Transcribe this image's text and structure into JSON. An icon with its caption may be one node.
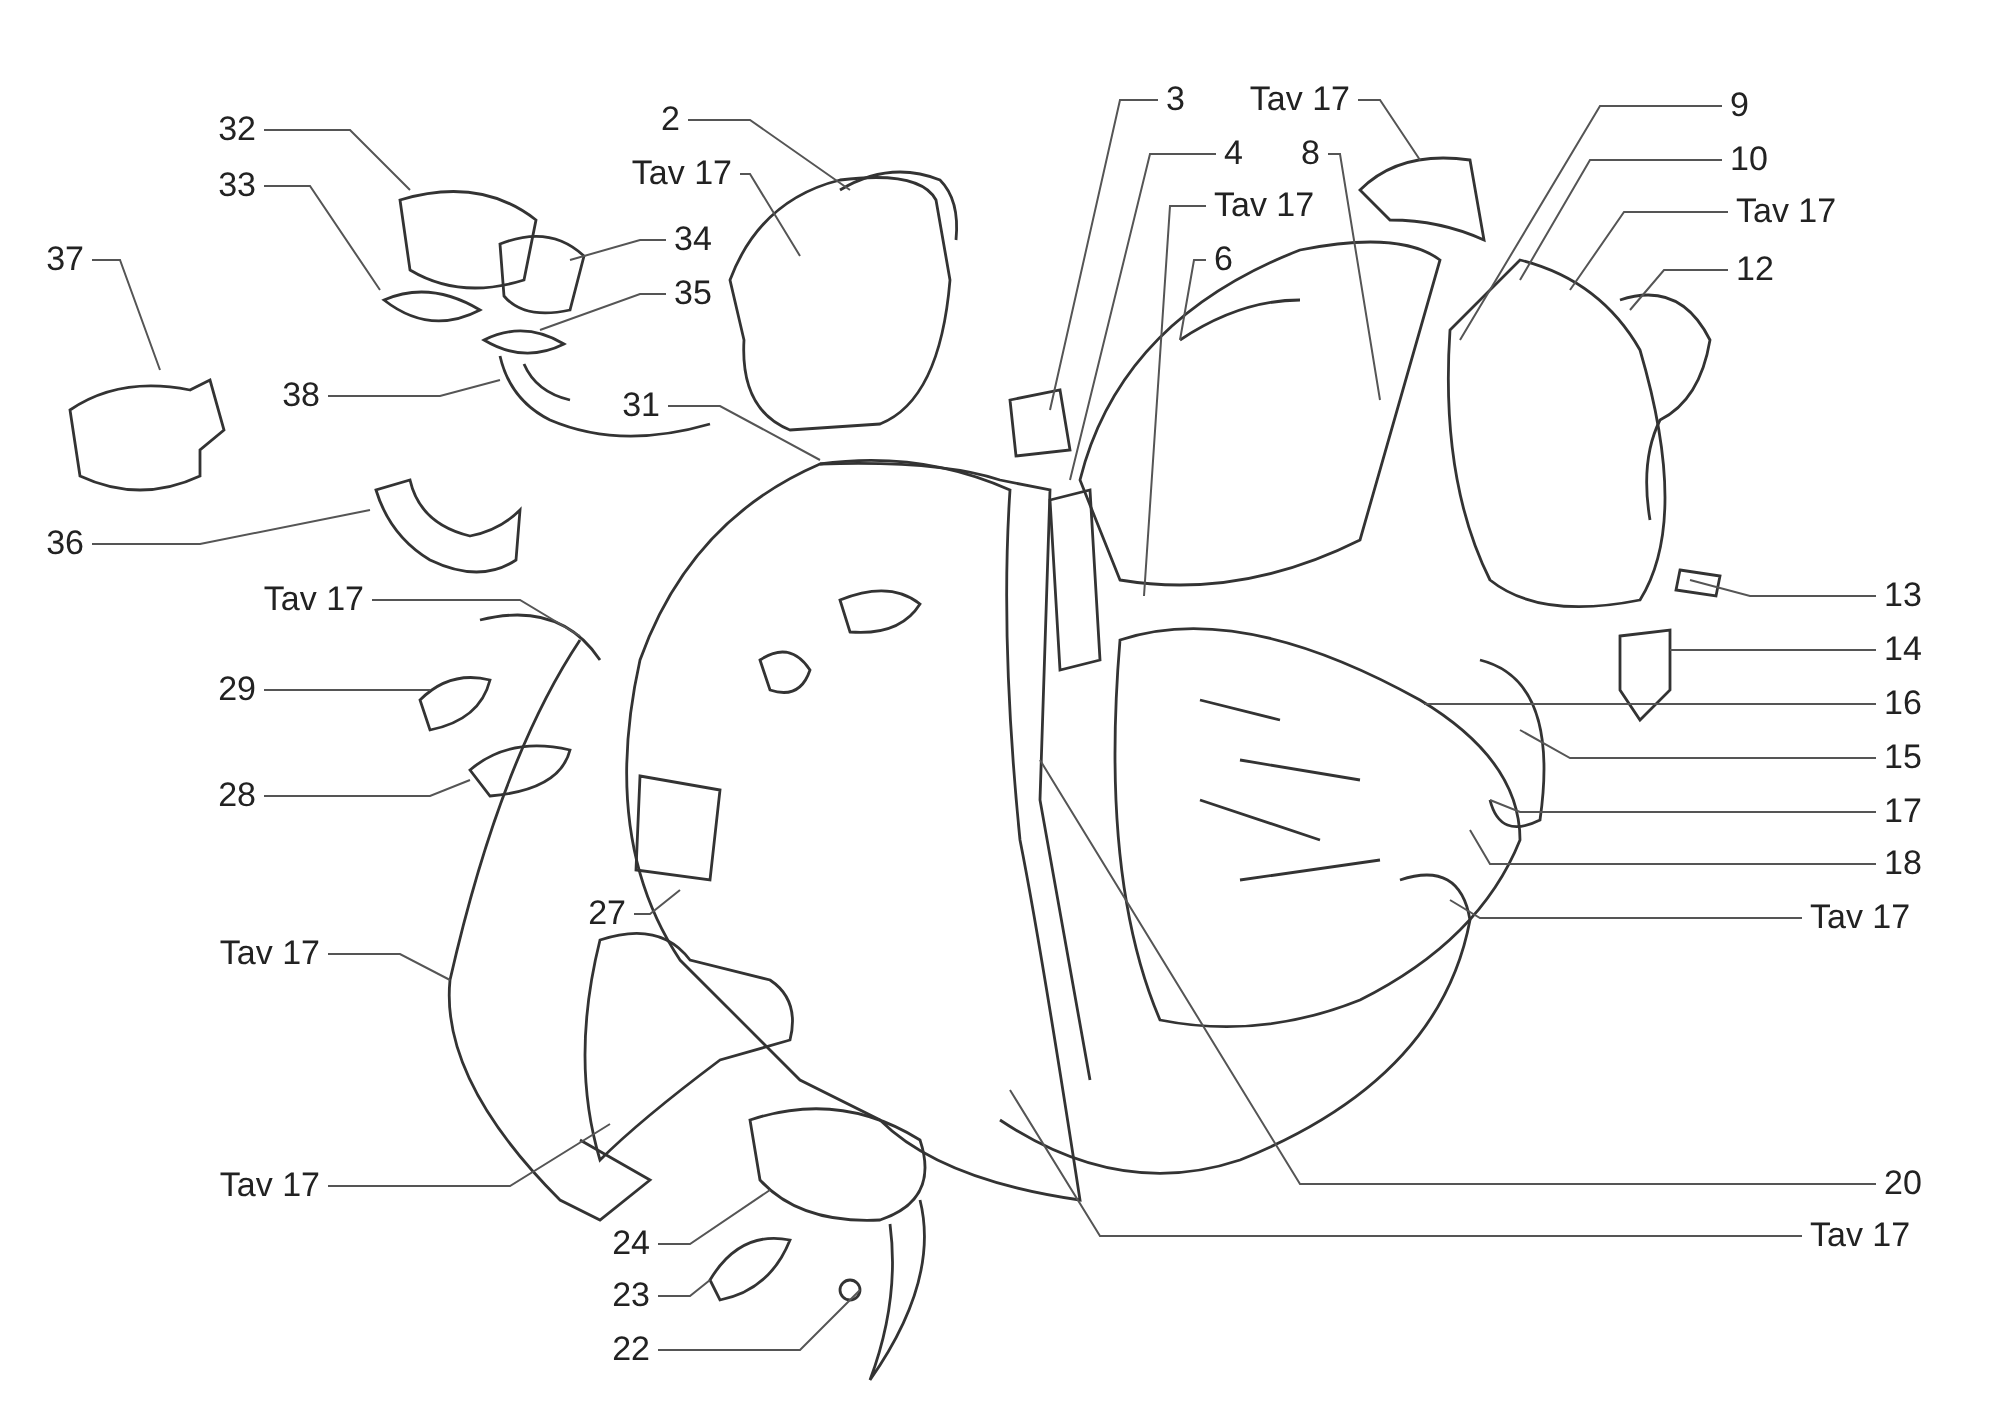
{
  "diagram": {
    "nodes": [
      {
        "text": [
          "32"
        ]
      },
      {
        "text": [
          "33"
        ]
      },
      {
        "text": [
          "37"
        ]
      },
      {
        "text": [
          "2"
        ]
      },
      {
        "text": [
          "Tav 17"
        ]
      },
      {
        "text": [
          "34"
        ]
      },
      {
        "text": [
          "35"
        ]
      },
      {
        "text": [
          "38"
        ]
      },
      {
        "text": [
          "31"
        ]
      },
      {
        "text": [
          "36"
        ]
      },
      {
        "text": [
          "Tav 17"
        ]
      },
      {
        "text": [
          "29"
        ]
      },
      {
        "text": [
          "28"
        ]
      },
      {
        "text": [
          "Tav 17"
        ]
      },
      {
        "text": [
          "27"
        ]
      },
      {
        "text": [
          "Tav 17"
        ]
      },
      {
        "text": [
          "24"
        ]
      },
      {
        "text": [
          "23"
        ]
      },
      {
        "text": [
          "22"
        ]
      },
      {
        "text": [
          "3"
        ]
      },
      {
        "text": [
          "4"
        ]
      },
      {
        "text": [
          "Tav 17"
        ]
      },
      {
        "text": [
          "6"
        ]
      },
      {
        "text": [
          "Tav 17"
        ]
      },
      {
        "text": [
          "8"
        ]
      },
      {
        "text": [
          "9"
        ]
      },
      {
        "text": [
          "10"
        ]
      },
      {
        "text": [
          "Tav 17"
        ]
      },
      {
        "text": [
          "12"
        ]
      },
      {
        "text": [
          "13"
        ]
      },
      {
        "text": [
          "14"
        ]
      },
      {
        "text": [
          "16"
        ]
      },
      {
        "text": [
          "15"
        ]
      },
      {
        "text": [
          "17"
        ]
      },
      {
        "text": [
          "18"
        ]
      },
      {
        "text": [
          "Tav 17"
        ]
      },
      {
        "text": [
          "20"
        ]
      },
      {
        "text": [
          "Tav 17"
        ]
      }
    ],
    "edges": [
      {
        "from": 0,
        "to": null,
        "arrow": "none"
      },
      {
        "from": 1,
        "to": null,
        "arrow": "none"
      },
      {
        "from": 2,
        "to": null,
        "arrow": "none"
      },
      {
        "from": 3,
        "to": null,
        "arrow": "none"
      },
      {
        "from": 4,
        "to": null,
        "arrow": "none"
      },
      {
        "from": 5,
        "to": null,
        "arrow": "none"
      },
      {
        "from": 6,
        "to": null,
        "arrow": "none"
      },
      {
        "from": 7,
        "to": null,
        "arrow": "none"
      },
      {
        "from": 8,
        "to": null,
        "arrow": "none"
      },
      {
        "from": 9,
        "to": null,
        "arrow": "none"
      },
      {
        "from": 10,
        "to": null,
        "arrow": "none"
      },
      {
        "from": 11,
        "to": null,
        "arrow": "none"
      },
      {
        "from": 12,
        "to": null,
        "arrow": "none"
      },
      {
        "from": 13,
        "to": null,
        "arrow": "none"
      },
      {
        "from": 14,
        "to": null,
        "arrow": "none"
      },
      {
        "from": 15,
        "to": null,
        "arrow": "none"
      },
      {
        "from": 16,
        "to": null,
        "arrow": "none"
      },
      {
        "from": 17,
        "to": null,
        "arrow": "none"
      },
      {
        "from": 18,
        "to": null,
        "arrow": "none"
      },
      {
        "from": 19,
        "to": null,
        "arrow": "none"
      },
      {
        "from": 20,
        "to": null,
        "arrow": "none"
      },
      {
        "from": 21,
        "to": null,
        "arrow": "none"
      },
      {
        "from": 22,
        "to": null,
        "arrow": "none"
      },
      {
        "from": 23,
        "to": null,
        "arrow": "none"
      },
      {
        "from": 24,
        "to": null,
        "arrow": "none"
      },
      {
        "from": 25,
        "to": null,
        "arrow": "none"
      },
      {
        "from": 26,
        "to": null,
        "arrow": "none"
      },
      {
        "from": 27,
        "to": null,
        "arrow": "none"
      },
      {
        "from": 28,
        "to": null,
        "arrow": "none"
      },
      {
        "from": 29,
        "to": null,
        "arrow": "none"
      },
      {
        "from": 30,
        "to": null,
        "arrow": "none"
      },
      {
        "from": 31,
        "to": null,
        "arrow": "none"
      },
      {
        "from": 32,
        "to": null,
        "arrow": "none"
      },
      {
        "from": 33,
        "to": null,
        "arrow": "none"
      },
      {
        "from": 34,
        "to": null,
        "arrow": "none"
      },
      {
        "from": 35,
        "to": null,
        "arrow": "none"
      },
      {
        "from": 36,
        "to": null,
        "arrow": "none"
      },
      {
        "from": 37,
        "to": null,
        "arrow": "none"
      }
    ]
  }
}
